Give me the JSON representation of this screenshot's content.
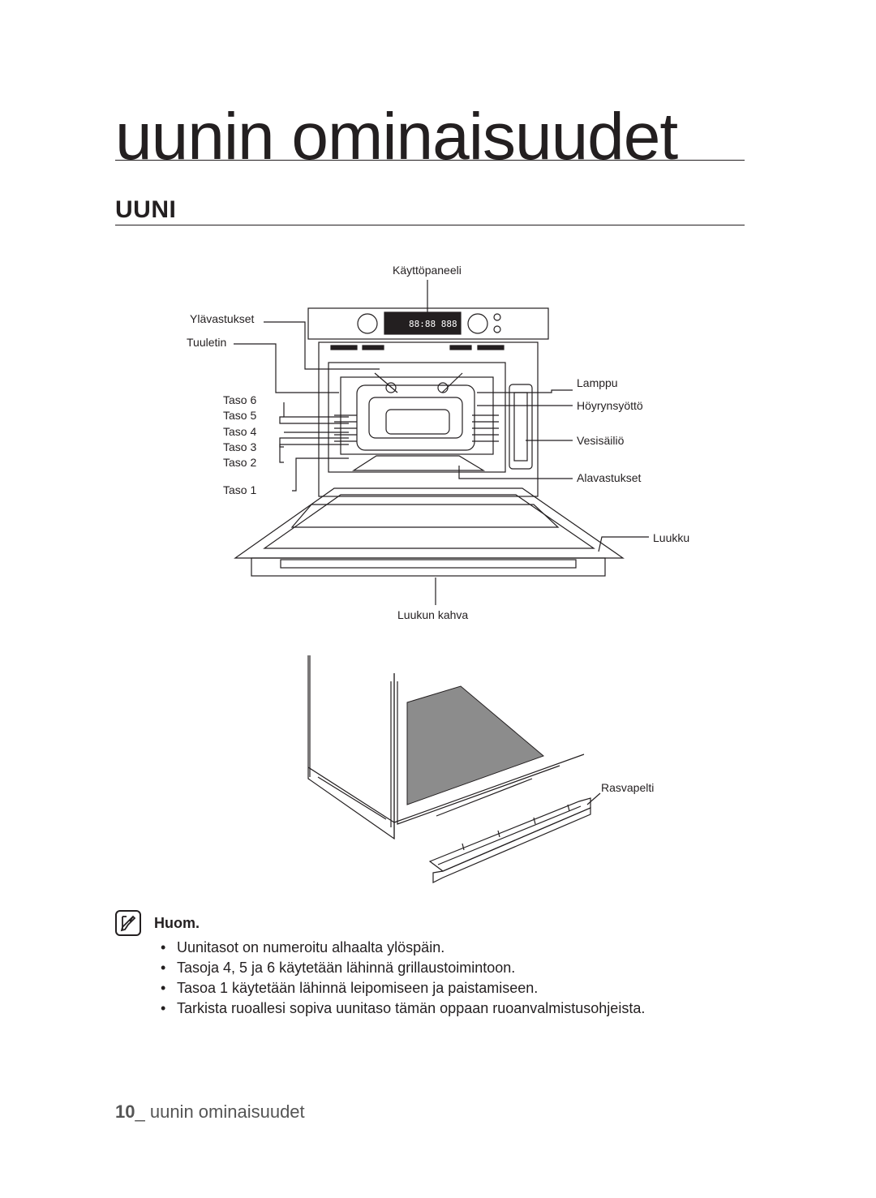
{
  "page": {
    "title": "uunin ominaisuudet",
    "section_heading": "UUNI"
  },
  "diagram1": {
    "labels": {
      "control_panel": "Käyttöpaneeli",
      "upper_supports": "Ylävastukset",
      "fan": "Tuuletin",
      "level6": "Taso 6",
      "level5": "Taso 5",
      "level4": "Taso 4",
      "level3": "Taso 3",
      "level2": "Taso 2",
      "level1": "Taso 1",
      "lamp": "Lamppu",
      "steam_inlet": "Höyrynsyöttö",
      "water_tank": "Vesisäiliö",
      "lower_supports": "Alavastukset",
      "door": "Luukku",
      "door_handle": "Luukun kahva"
    },
    "display_text": "88:88 888"
  },
  "diagram2": {
    "labels": {
      "drip_tray": "Rasvapelti"
    }
  },
  "note": {
    "title": "Huom.",
    "items": [
      "Uunitasot on numeroitu alhaalta ylöspäin.",
      "Tasoja 4, 5 ja 6 käytetään lähinnä grillaustoimintoon.",
      "Tasoa 1 käytetään lähinnä leipomiseen ja paistamiseen.",
      "Tarkista ruoallesi sopiva uunitaso tämän oppaan ruoanvalmistusohjeista."
    ]
  },
  "footer": {
    "page_number": "10",
    "separator": "_",
    "text": " uunin ominaisuudet"
  }
}
